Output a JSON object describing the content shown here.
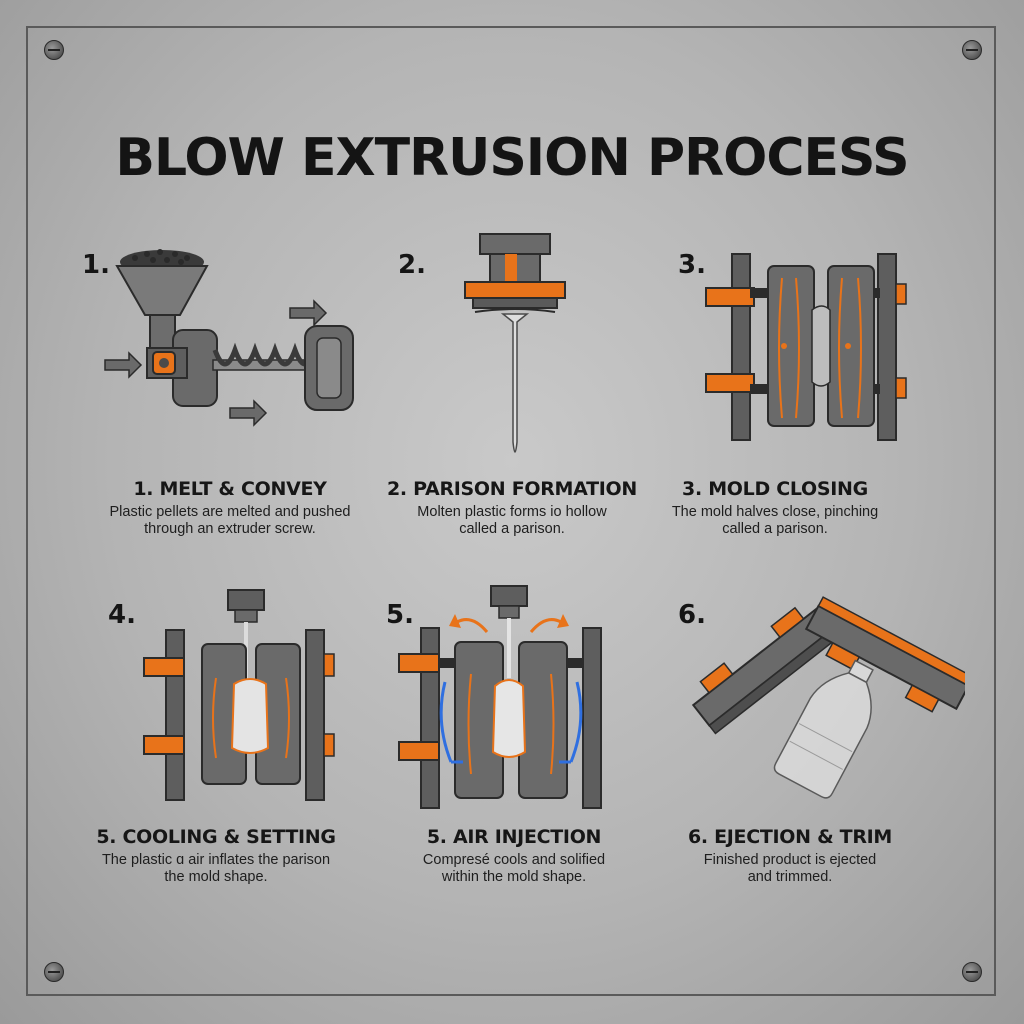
{
  "title": "BLOW EXTRUSION PROCESS",
  "colors": {
    "accent": "#e8731a",
    "steel": "#6b6b6b",
    "air": "#2f6fe0",
    "background": "#b8b8b8"
  },
  "steps": [
    {
      "number": "1.",
      "heading": "1. MELT & CONVEY",
      "desc_line1": "Plastic pellets are melted and pushed",
      "desc_line2": "through an extruder screw."
    },
    {
      "number": "2.",
      "heading": "2. PARISON FORMATION",
      "desc_line1": "Molten plastic forms io hollow",
      "desc_line2": "called a parison."
    },
    {
      "number": "3.",
      "heading": "3. MOLD CLOSING",
      "desc_line1": "The mold halves close, pinching",
      "desc_line2": "called a parison."
    },
    {
      "number": "4.",
      "heading": "5. COOLING & SETTING",
      "desc_line1": "The plastic ɑ air inflates the parison",
      "desc_line2": "the mold shape."
    },
    {
      "number": "5.",
      "heading": "5. AIR INJECTION",
      "desc_line1": "Compresé cools and solified",
      "desc_line2": "within the mold shape."
    },
    {
      "number": "6.",
      "heading": "6. EJECTION & TRIM",
      "desc_line1": "Finished product is ejected",
      "desc_line2": "and trimmed."
    }
  ]
}
